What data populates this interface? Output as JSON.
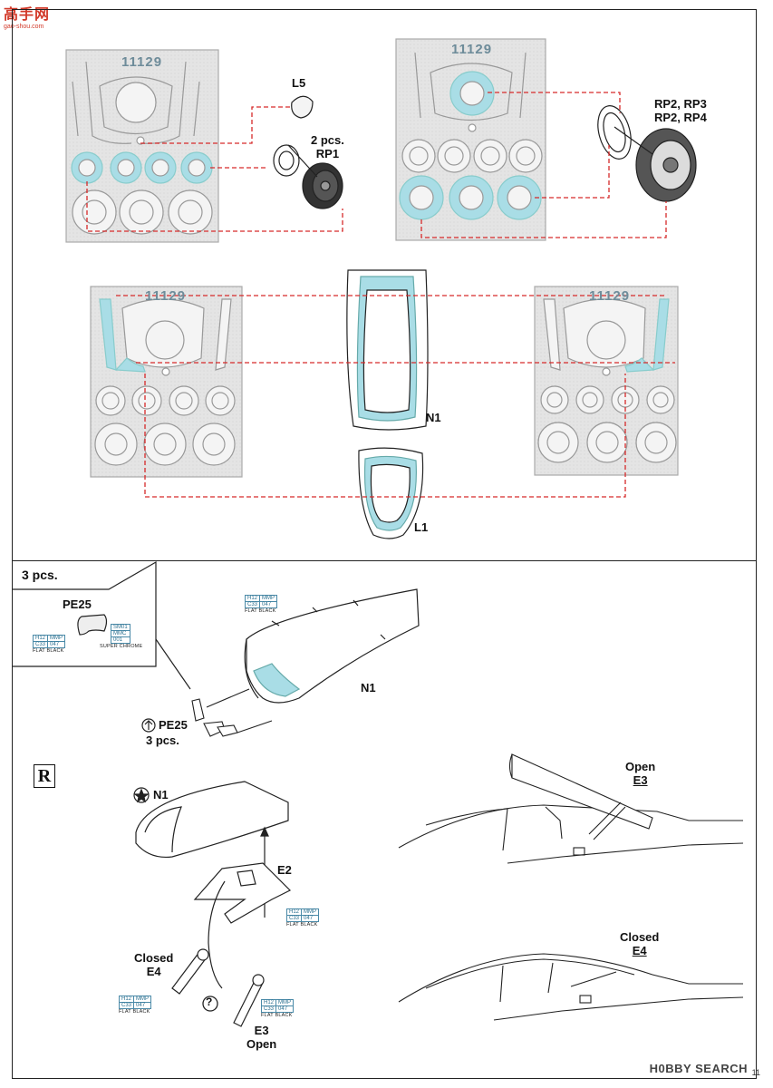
{
  "watermark_top": {
    "brand": "高手网",
    "url": "gao-shou.com"
  },
  "watermark_bottom": "H0BBY SEARCH",
  "page_number": "11",
  "sheet_number": "11129",
  "top_labels": {
    "l5": "L5",
    "rp1": [
      "2 pcs.",
      "RP1"
    ],
    "rp_right": [
      "RP2, RP3",
      "RP2, RP4"
    ],
    "n1": "N1",
    "l1": "L1"
  },
  "bottom": {
    "qty_header": "3 pcs.",
    "inset_part": "PE25",
    "inset_paint_left": {
      "cells": [
        "H12",
        "MMP",
        "C33",
        "047"
      ],
      "caption": "FLAT BLACK"
    },
    "inset_paint_right": {
      "cells": [
        "SM01",
        "MMC",
        "001"
      ],
      "caption": "SUPER CHROME"
    },
    "canopy_paint": {
      "cells": [
        "H12",
        "MMP",
        "C33",
        "047"
      ],
      "caption": "FLAT BLACK"
    },
    "canopy_label": "N1",
    "pe25_callout": [
      "PE25",
      "3 pcs."
    ],
    "r_mark": "R",
    "n1_star": "N1",
    "e2": "E2",
    "e2_paint": {
      "cells": [
        "H12",
        "MMP",
        "C33",
        "047"
      ],
      "caption": "FLAT BLACK"
    },
    "closed_e4_left": [
      "Closed",
      "E4"
    ],
    "e4_paint": {
      "cells": [
        "H12",
        "MMP",
        "C33",
        "047"
      ],
      "caption": "FLAT BLACK"
    },
    "e3_paint": {
      "cells": [
        "H12",
        "MMP",
        "C33",
        "047"
      ],
      "caption": "FLAT BLACK"
    },
    "e3_open_left": [
      "E3",
      "Open"
    ],
    "question_mark": "?",
    "open_e3_right": [
      "Open",
      "E3"
    ],
    "closed_e4_right": [
      "Closed",
      "E4"
    ]
  },
  "colors": {
    "mask_blue": "#a9dde6",
    "dash_red": "#d62a2a",
    "sheet_grey": "#e6e6e6"
  }
}
